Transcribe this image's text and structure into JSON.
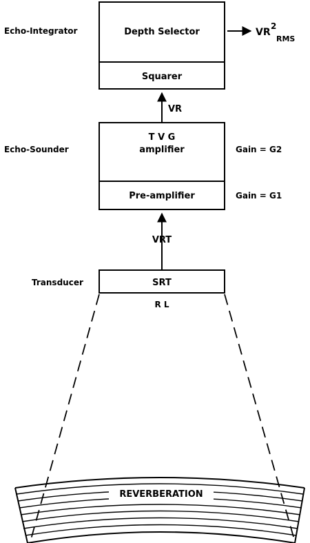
{
  "blocks": {
    "depth_selector": "Depth Selector",
    "squarer": "Squarer",
    "tvg_line1": "T V G",
    "tvg_line2": "amplifier",
    "preamp": "Pre-amplifier",
    "srt": "SRT"
  },
  "side_labels": {
    "echo_integrator": "Echo-Integrator",
    "echo_sounder": "Echo-Sounder",
    "transducer": "Transducer",
    "gain2": "Gain = G2",
    "gain1": "Gain = G1"
  },
  "signals": {
    "vr": "VR",
    "vrt": "VRT",
    "rl": "R L",
    "out_base": "VR",
    "out_sup": "2",
    "out_sub": "RMS"
  },
  "reverberation": "REVERBERATION"
}
